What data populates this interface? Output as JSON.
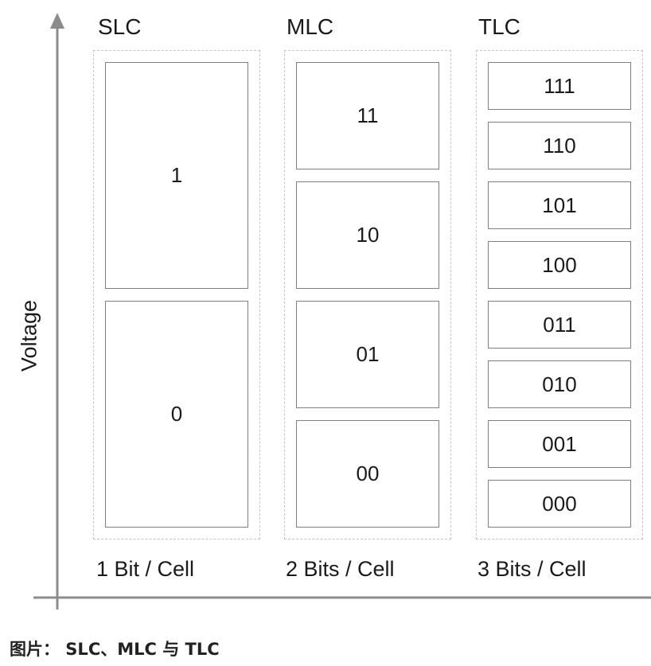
{
  "axis": {
    "y_label": "Voltage"
  },
  "columns": [
    {
      "title": "SLC",
      "footer": "1 Bit / Cell",
      "levels": [
        "1",
        "0"
      ]
    },
    {
      "title": "MLC",
      "footer": "2 Bits / Cell",
      "levels": [
        "11",
        "10",
        "01",
        "00"
      ]
    },
    {
      "title": "TLC",
      "footer": "3 Bits / Cell",
      "levels": [
        "111",
        "110",
        "101",
        "100",
        "011",
        "010",
        "001",
        "000"
      ]
    }
  ],
  "caption": "图片： SLC、MLC 与 TLC",
  "colors": {
    "axis": "#8c8c8c",
    "cell_border": "#808080",
    "dashed_border": "#c4c4c4"
  }
}
